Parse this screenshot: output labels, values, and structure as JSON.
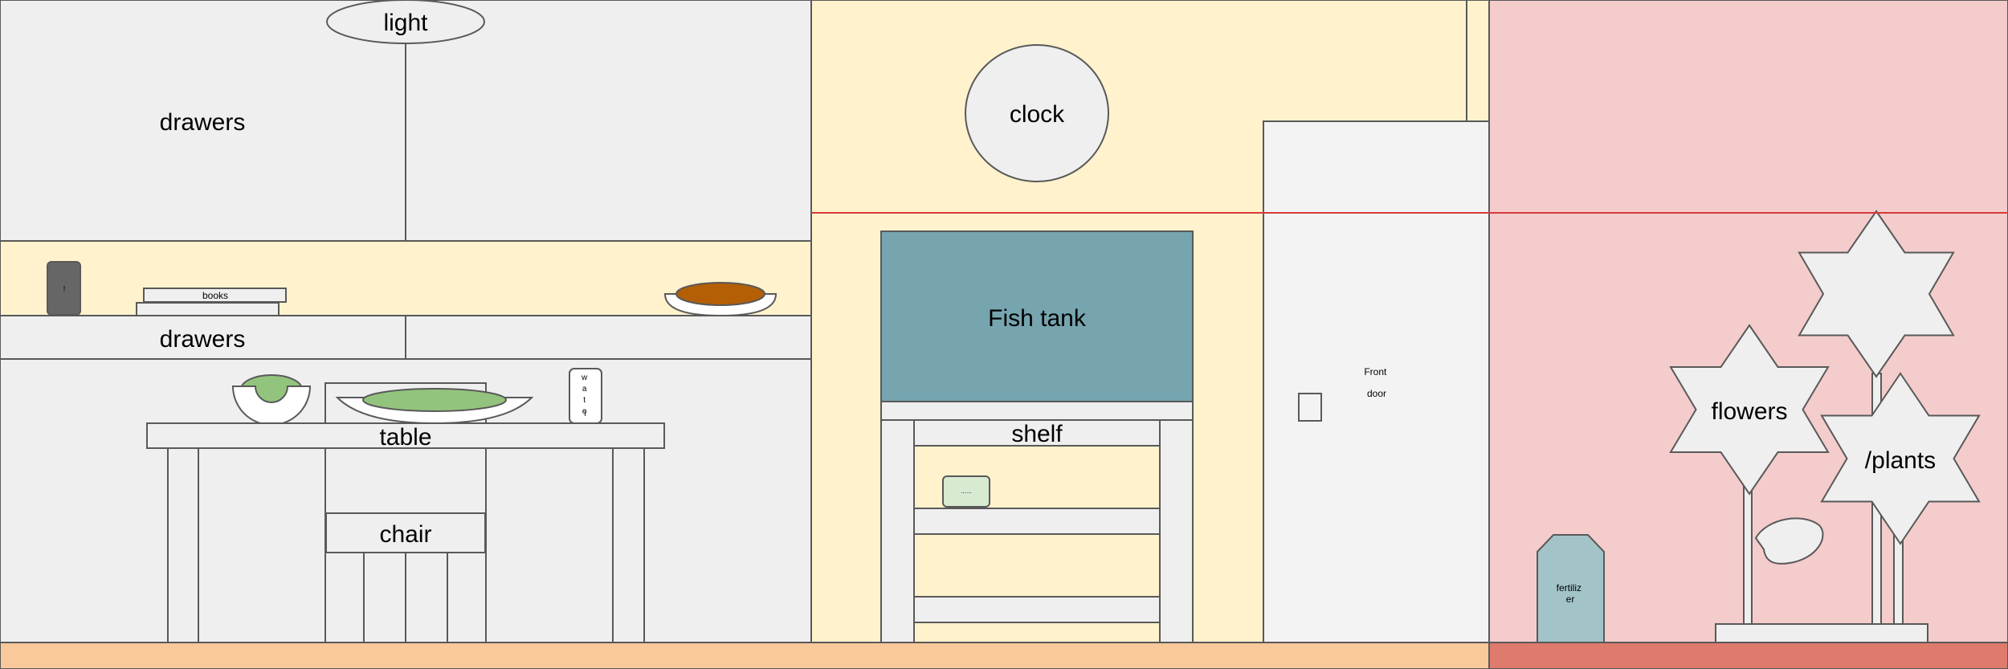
{
  "colors": {
    "kitchen_wall": "#EFEFEF",
    "counter_strip": "#FFF2CC",
    "hall_wall": "#FFF2CC",
    "garden_wall": "#F4CCCC",
    "floor_main": "#F8C99A",
    "floor_garden": "#DE7B6D",
    "fish_tank": "#76A5AF",
    "door": "#F3F3F3",
    "fertilizer": "#A2C4C9",
    "bowl_fill": "#93C47D",
    "pie_fill": "#B45F06",
    "speaker": "#666666",
    "outline": "#595959",
    "guide_line": "#D73A3A"
  },
  "labels": {
    "light": "light",
    "drawers_top": "drawers",
    "drawers_mid": "drawers",
    "books": "books",
    "speaker": "!",
    "water": [
      "w",
      "a",
      "t",
      "e",
      "r"
    ],
    "table": "table",
    "chair": "chair",
    "clock": "clock",
    "fish_tank": "Fish tank",
    "shelf": "shelf",
    "shelf_item": "......",
    "door": [
      "Front",
      "door"
    ],
    "fertilizer": [
      "fertiliz",
      "er"
    ],
    "flowers": "flowers",
    "plants": "/plants"
  }
}
